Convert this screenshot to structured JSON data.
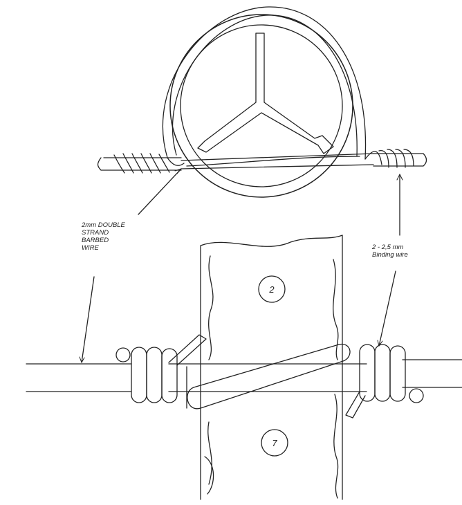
{
  "labels": {
    "left_lines": [
      "2mm DOUBLE",
      "STRAND",
      "BARBED",
      "WIRE"
    ],
    "right_lines": [
      "2 - 2,5 mm",
      "Binding wire"
    ]
  },
  "markers": {
    "top": "2",
    "bottom": "7"
  }
}
